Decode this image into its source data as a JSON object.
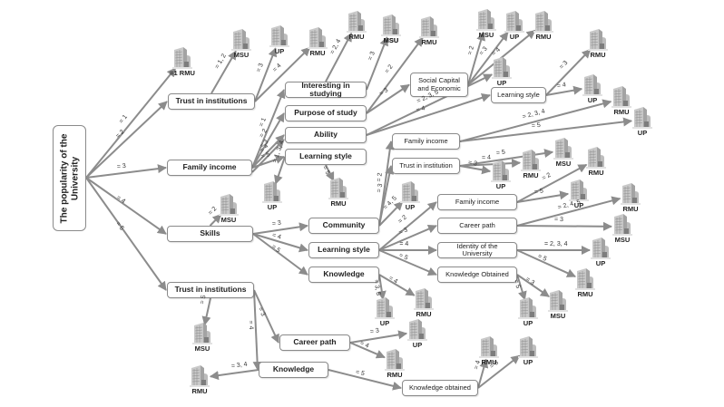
{
  "root": {
    "title_line1": "The popularity of the",
    "title_line2": "University"
  },
  "colors": {
    "edge": "#8c8c8c",
    "node_border": "#8a8a8a",
    "building": "#b5b5b5",
    "text": "#222222"
  },
  "nodes": [
    {
      "id": "trust1",
      "label": "Trust in institutions"
    },
    {
      "id": "family1",
      "label": "Family income"
    },
    {
      "id": "skills",
      "label": "Skills"
    },
    {
      "id": "trust2",
      "label": "Trust in institutions"
    },
    {
      "id": "interesting",
      "label": "Interesting in studying"
    },
    {
      "id": "purpose",
      "label": "Purpose of study"
    },
    {
      "id": "ability",
      "label": "Ability"
    },
    {
      "id": "learning1",
      "label": "Learning style"
    },
    {
      "id": "social",
      "label": "Social Capital and Economic"
    },
    {
      "id": "learning2",
      "label": "Learning style"
    },
    {
      "id": "family2",
      "label": "Family income"
    },
    {
      "id": "trust3",
      "label": "Trust in institution"
    },
    {
      "id": "community",
      "label": "Community"
    },
    {
      "id": "learning3",
      "label": "Learning style"
    },
    {
      "id": "knowledge1",
      "label": "Knowledge"
    },
    {
      "id": "family3",
      "label": "Family income"
    },
    {
      "id": "career1",
      "label": "Career path"
    },
    {
      "id": "identity",
      "label": "Identity of the University"
    },
    {
      "id": "knowobt1",
      "label": "Knowledge Obtained"
    },
    {
      "id": "career2",
      "label": "Career path"
    },
    {
      "id": "knowledge2",
      "label": "Knowledge"
    },
    {
      "id": "knowobt2",
      "label": "Knowledge obtained"
    }
  ],
  "universities": [
    {
      "id": "u1",
      "label": "=1 RMU"
    },
    {
      "id": "u2",
      "label": "MSU"
    },
    {
      "id": "u3",
      "label": "UP"
    },
    {
      "id": "u4",
      "label": "RMU"
    },
    {
      "id": "u5",
      "label": "RMU"
    },
    {
      "id": "u6",
      "label": "MSU"
    },
    {
      "id": "u7",
      "label": "MSU"
    },
    {
      "id": "u8",
      "label": "RMU"
    },
    {
      "id": "u9",
      "label": "MSU"
    },
    {
      "id": "u10",
      "label": "UP"
    },
    {
      "id": "u11",
      "label": "RMU"
    },
    {
      "id": "u12",
      "label": "UP"
    },
    {
      "id": "u13",
      "label": "RMU"
    },
    {
      "id": "u14",
      "label": "UP"
    },
    {
      "id": "u15",
      "label": "RMU"
    },
    {
      "id": "u16",
      "label": "UP"
    },
    {
      "id": "u17",
      "label": "UP"
    },
    {
      "id": "u18",
      "label": "RMU"
    },
    {
      "id": "u19",
      "label": "MSU"
    },
    {
      "id": "u20",
      "label": "RMU"
    },
    {
      "id": "u21",
      "label": "UP"
    },
    {
      "id": "u22",
      "label": "MSU"
    },
    {
      "id": "u23",
      "label": "UP"
    },
    {
      "id": "u24",
      "label": "RMU"
    },
    {
      "id": "u25",
      "label": "UP"
    },
    {
      "id": "u26",
      "label": "RMU"
    },
    {
      "id": "u27",
      "label": "MSU"
    },
    {
      "id": "u28",
      "label": "UP"
    },
    {
      "id": "u29",
      "label": "RMU"
    },
    {
      "id": "u30",
      "label": "UP"
    },
    {
      "id": "u31",
      "label": "MSU"
    },
    {
      "id": "u32",
      "label": "UP"
    },
    {
      "id": "u33",
      "label": "RMU"
    },
    {
      "id": "u34",
      "label": "MSU"
    },
    {
      "id": "u35",
      "label": "RMU"
    },
    {
      "id": "u36",
      "label": "UP"
    },
    {
      "id": "u37",
      "label": "RMU"
    },
    {
      "id": "u38",
      "label": "RMU"
    },
    {
      "id": "u39",
      "label": "UP"
    }
  ],
  "edges": [
    {
      "from": "root",
      "to": "u1",
      "label": "= 1"
    },
    {
      "from": "root",
      "to": "trust1",
      "label": "= 2"
    },
    {
      "from": "root",
      "to": "family1",
      "label": "= 3"
    },
    {
      "from": "root",
      "to": "skills",
      "label": "= 4"
    },
    {
      "from": "root",
      "to": "trust2",
      "label": "= 5"
    },
    {
      "from": "trust1",
      "to": "u2",
      "label": "= 1, 2"
    },
    {
      "from": "trust1",
      "to": "u3",
      "label": "= 3"
    },
    {
      "from": "trust1",
      "to": "u4",
      "label": "= 4"
    },
    {
      "from": "family1",
      "to": "interesting",
      "label": "= 1"
    },
    {
      "from": "family1",
      "to": "purpose",
      "label": "= 2"
    },
    {
      "from": "family1",
      "to": "ability",
      "label": "= 3"
    },
    {
      "from": "family1",
      "to": "ability",
      "label": "= 4"
    },
    {
      "from": "family1",
      "to": "learning1",
      "label": "= 5"
    },
    {
      "from": "interesting",
      "to": "u5",
      "label": "= 2, 4"
    },
    {
      "from": "interesting",
      "to": "u6",
      "label": "= 3"
    },
    {
      "from": "purpose",
      "to": "u8",
      "label": "= 2"
    },
    {
      "from": "purpose",
      "to": "social",
      "label": "= 3"
    },
    {
      "from": "social",
      "to": "u9",
      "label": "= 2"
    },
    {
      "from": "social",
      "to": "u10",
      "label": "= 3"
    },
    {
      "from": "social",
      "to": "u11",
      "label": "= 4"
    },
    {
      "from": "ability",
      "to": "u12",
      "label": "= 2, 3, 5"
    },
    {
      "from": "ability",
      "to": "learning2",
      "label": "= 4"
    },
    {
      "from": "learning2",
      "to": "u13",
      "label": "= 3"
    },
    {
      "from": "learning2",
      "to": "u14",
      "label": "= 4"
    },
    {
      "from": "learning1",
      "to": "u16",
      "label": "= 1, 3, 4"
    },
    {
      "from": "learning1",
      "to": "u18",
      "label": "= 5"
    },
    {
      "from": "skills",
      "to": "u19",
      "label": "= 2"
    },
    {
      "from": "skills",
      "to": "community",
      "label": "= 3"
    },
    {
      "from": "skills",
      "to": "learning3",
      "label": "= 4"
    },
    {
      "from": "skills",
      "to": "knowledge1",
      "label": "= 5"
    },
    {
      "from": "community",
      "to": "family2",
      "label": "= 2"
    },
    {
      "from": "community",
      "to": "trust3",
      "label": "= 3"
    },
    {
      "from": "community",
      "to": "u21",
      "label": "= 4, 5"
    },
    {
      "from": "family2",
      "to": "u15",
      "label": "= 2, 3, 4"
    },
    {
      "from": "family2",
      "to": "u17",
      "label": "= 5"
    },
    {
      "from": "trust3",
      "to": "u22",
      "label": "= 5"
    },
    {
      "from": "trust3",
      "to": "u20",
      "label": "= 4"
    },
    {
      "from": "trust3",
      "to": "u23",
      "label": "= 3"
    },
    {
      "from": "learning3",
      "to": "family3",
      "label": "= 2"
    },
    {
      "from": "learning3",
      "to": "career1",
      "label": "= 3"
    },
    {
      "from": "learning3",
      "to": "identity",
      "label": "= 4"
    },
    {
      "from": "learning3",
      "to": "knowobt1",
      "label": "= 5"
    },
    {
      "from": "family3",
      "to": "u24",
      "label": "= 2"
    },
    {
      "from": "family3",
      "to": "u25",
      "label": "= 5"
    },
    {
      "from": "career1",
      "to": "u26",
      "label": "= 2, 4, 5"
    },
    {
      "from": "career1",
      "to": "u27",
      "label": "= 3"
    },
    {
      "from": "identity",
      "to": "u28",
      "label": "= 2, 3, 4"
    },
    {
      "from": "identity",
      "to": "u29",
      "label": "= 5"
    },
    {
      "from": "knowobt1",
      "to": "u30",
      "label": "= 5"
    },
    {
      "from": "knowobt1",
      "to": "u31",
      "label": "= 3"
    },
    {
      "from": "knowledge1",
      "to": "u32",
      "label": "= 3, 5"
    },
    {
      "from": "knowledge1",
      "to": "u33",
      "label": "= 4"
    },
    {
      "from": "trust2",
      "to": "u34",
      "label": "= 5"
    },
    {
      "from": "trust2",
      "to": "knowledge2",
      "label": "= 4"
    },
    {
      "from": "trust2",
      "to": "career2",
      "label": "= 3"
    },
    {
      "from": "career2",
      "to": "u36",
      "label": "= 3"
    },
    {
      "from": "career2",
      "to": "u37",
      "label": "= 4"
    },
    {
      "from": "knowledge2",
      "to": "u35",
      "label": "= 3, 4"
    },
    {
      "from": "knowledge2",
      "to": "knowobt2",
      "label": "= 5"
    },
    {
      "from": "knowobt2",
      "to": "u38",
      "label": "= 4"
    },
    {
      "from": "knowobt2",
      "to": "u39",
      "label": "= 5"
    }
  ]
}
